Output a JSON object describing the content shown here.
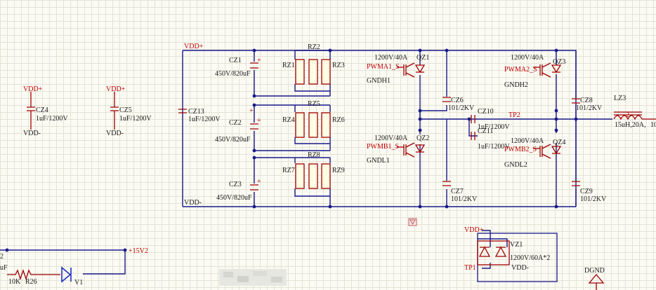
{
  "rails": {
    "vdd_plus": "VDD+",
    "vdd_minus": "VDD-",
    "plus15": "+15V2",
    "dgnd": "DGND"
  },
  "caps": {
    "cz4": {
      "ref": "CZ4",
      "value": "1uF/1200V"
    },
    "cz5": {
      "ref": "CZ5",
      "value": "1uF/1200V"
    },
    "cz13": {
      "ref": "CZ13",
      "value": "1uF/1200V"
    },
    "cz1": {
      "ref": "CZ1",
      "value": "450V/820uF"
    },
    "cz2": {
      "ref": "CZ2",
      "value": "450V/820uF"
    },
    "cz3": {
      "ref": "CZ3",
      "value": "450V/820uF"
    },
    "cz6": {
      "ref": "CZ6",
      "value": "101/2KV"
    },
    "cz7": {
      "ref": "CZ7",
      "value": "101/2KV"
    },
    "cz8": {
      "ref": "CZ8",
      "value": "101/2KV"
    },
    "cz9": {
      "ref": "CZ9",
      "value": "101/2KV"
    },
    "cz10": {
      "ref": "CZ10",
      "value": "1uF/1200V"
    },
    "cz11": {
      "ref": "CZ11",
      "value": "1uF/1200V"
    },
    "cz_edge": {
      "ref": "2",
      "value": "uF"
    }
  },
  "resistors": [
    "RZ1",
    "RZ2",
    "RZ3",
    "RZ4",
    "RZ5",
    "RZ6",
    "RZ7",
    "RZ8",
    "RZ9"
  ],
  "igbts": {
    "qz1": {
      "ref": "QZ1",
      "rating": "1200V/40A",
      "gate": "PWMA1_S",
      "source": "GNDH1"
    },
    "qz2": {
      "ref": "QZ2",
      "rating": "1200V/40A",
      "gate": "PWMB1_S",
      "source": "GNDL1"
    },
    "qz3": {
      "ref": "QZ3",
      "rating": "1200V/40A",
      "gate": "PWMA2_S",
      "source": "GNDH2"
    },
    "qz4": {
      "ref": "QZ4",
      "rating": "1200V/40A",
      "gate": "PWMB2_S",
      "source": "GNDL2"
    }
  },
  "tp2": "TP2",
  "tp1": "TP1",
  "inductor": {
    "ref": "LZ3",
    "value": "15uH,20A,",
    "trunc": "10"
  },
  "vz1": {
    "ref": "VZ1",
    "value": "1200V/60A*2",
    "top": "VDD+",
    "bottom": "VDD-"
  },
  "bottom_left": {
    "r_value": "10K",
    "r_ref": "R26",
    "led": "V1"
  },
  "colors": {
    "wire": "#1a1a8c",
    "component": "#a00000",
    "grid": "#e2e2d6",
    "background": "#fbfbf3"
  }
}
